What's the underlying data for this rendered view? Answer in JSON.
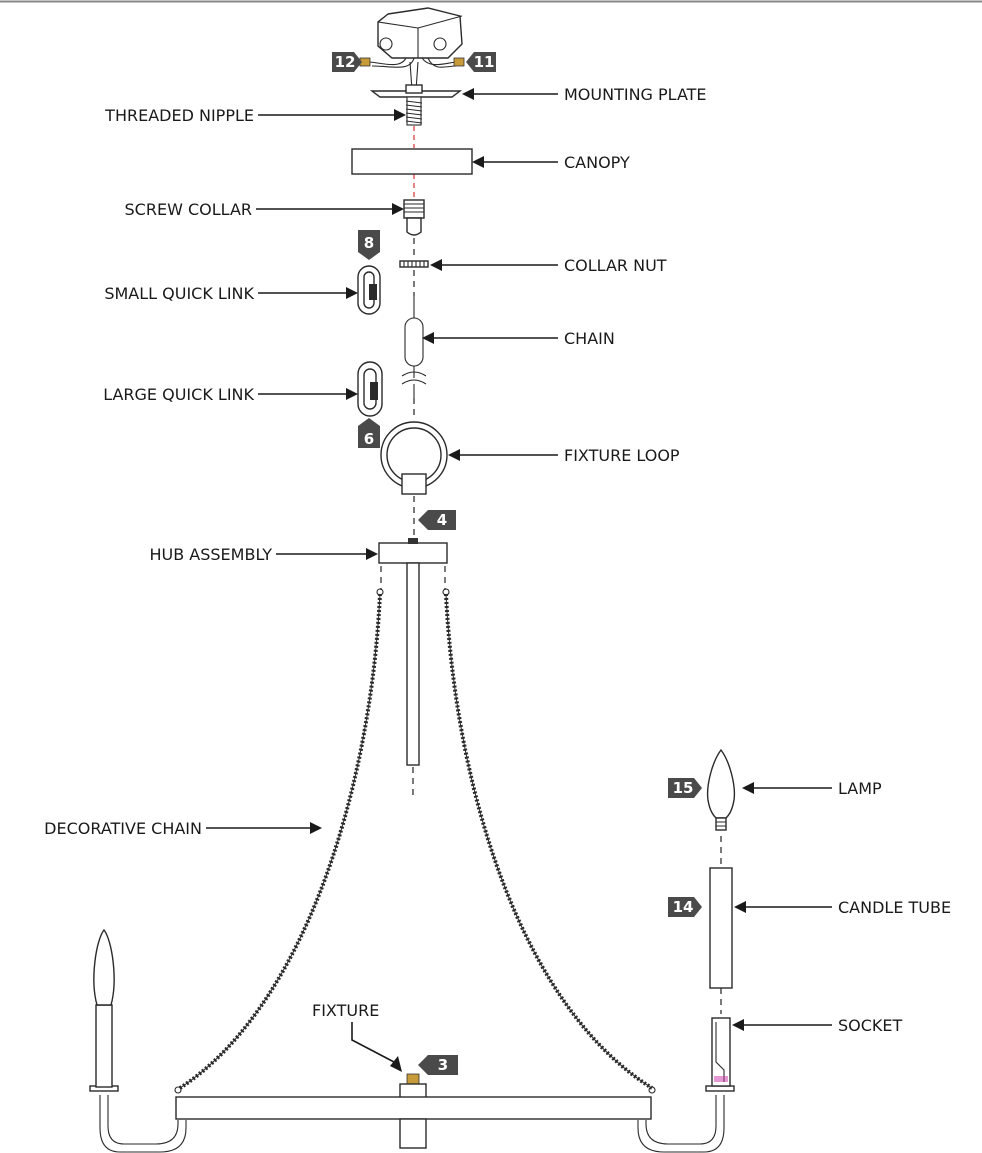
{
  "labels": {
    "mounting_plate": "MOUNTING PLATE",
    "threaded_nipple": "THREADED NIPPLE",
    "canopy": "CANOPY",
    "screw_collar": "SCREW COLLAR",
    "collar_nut": "COLLAR NUT",
    "small_quick_link": "SMALL QUICK LINK",
    "chain": "CHAIN",
    "large_quick_link": "LARGE QUICK LINK",
    "fixture_loop": "FIXTURE LOOP",
    "hub_assembly": "HUB ASSEMBLY",
    "decorative_chain": "DECORATIVE CHAIN",
    "lamp": "LAMP",
    "candle_tube": "CANDLE TUBE",
    "socket": "SOCKET",
    "fixture": "FIXTURE"
  },
  "tags": {
    "t12": "12",
    "t11": "11",
    "t8": "8",
    "t6": "6",
    "t4": "4",
    "t3": "3",
    "t15": "15",
    "t14": "14"
  },
  "colors": {
    "tag_fill": "#4a4a4a",
    "ink": "#1a1a1a",
    "centerline": "#dd3333"
  }
}
